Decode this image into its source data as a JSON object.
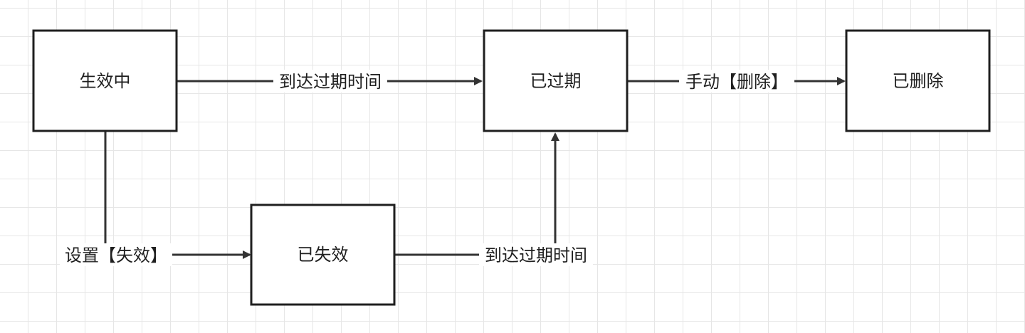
{
  "nodes": {
    "active": "生效中",
    "expired": "已过期",
    "deleted": "已删除",
    "invalidated": "已失效"
  },
  "edges": {
    "active_to_expired": "到达过期时间",
    "expired_to_deleted": "手动【删除】",
    "active_to_invalidated": "设置【失效】",
    "invalidated_to_expired": "到达过期时间"
  },
  "colors": {
    "stroke": "#1f1f1f",
    "edge": "#333333",
    "grid": "#e6e6e6",
    "background": "#ffffff"
  }
}
